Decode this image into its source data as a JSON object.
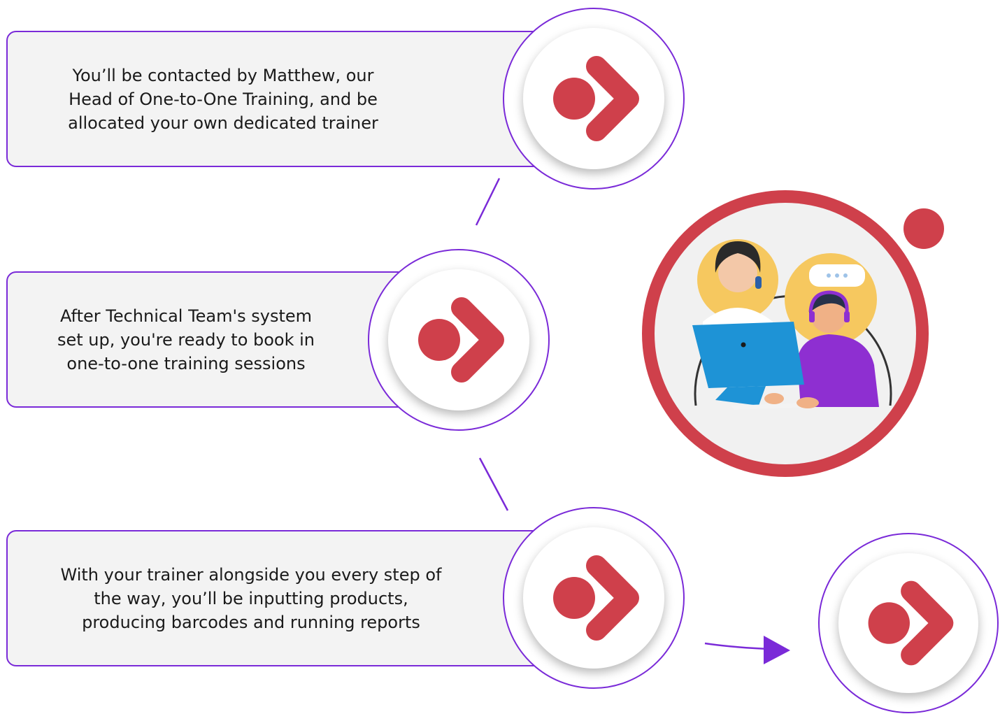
{
  "steps": [
    {
      "text_lines": [
        "You’ll be contacted by Matthew, our",
        "Head of One-to-One Training, and be",
        "allocated your own dedicated trainer"
      ]
    },
    {
      "text_lines": [
        "After Technical Team's system",
        "set up, you're ready to book in",
        "one-to-one training sessions"
      ]
    },
    {
      "text_lines": [
        "With your trainer alongside you every step of",
        "the way, you’ll be inputting products,",
        "producing barcodes and running reports"
      ]
    }
  ],
  "colors": {
    "accent_red": "#cf404b",
    "border_purple": "#7a2ad8",
    "card_bg": "#f3f3f3"
  },
  "icons": [
    "next-arrow-icon",
    "next-arrow-icon",
    "next-arrow-icon",
    "next-arrow-icon"
  ],
  "illustration": "support-call-illustration"
}
